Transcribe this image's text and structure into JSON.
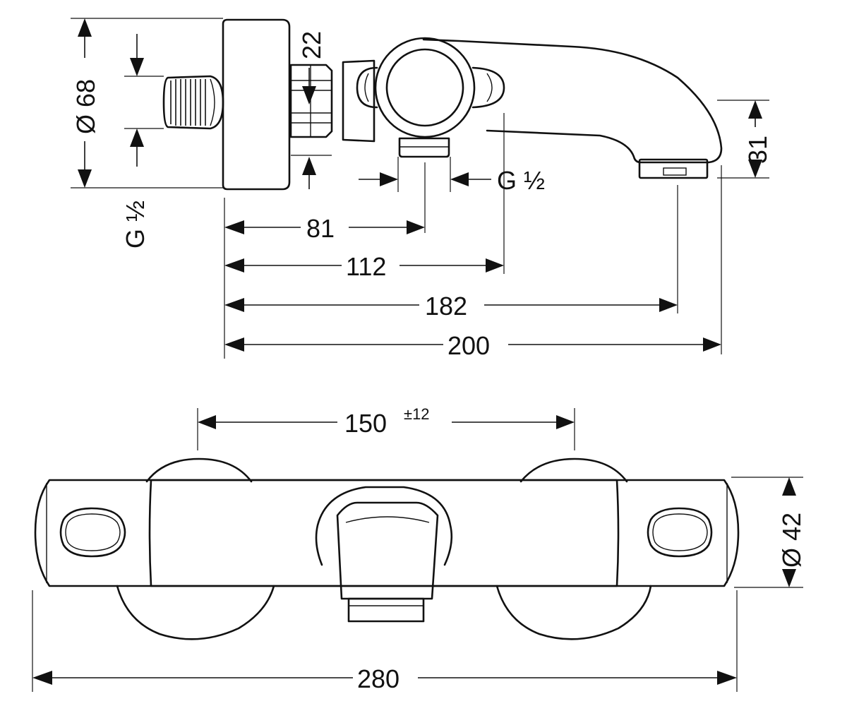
{
  "side_view": {
    "dim_diameter_68": "Ø 68",
    "dim_22": "22",
    "dim_31": "31",
    "thread_left": "G ½",
    "thread_right": "G ½",
    "dim_81": "81",
    "dim_112": "112",
    "dim_182": "182",
    "dim_200": "200"
  },
  "front_view": {
    "dim_150": "150",
    "dim_150_tolerance": "±12",
    "dim_diameter_42": "Ø 42",
    "dim_280": "280"
  }
}
